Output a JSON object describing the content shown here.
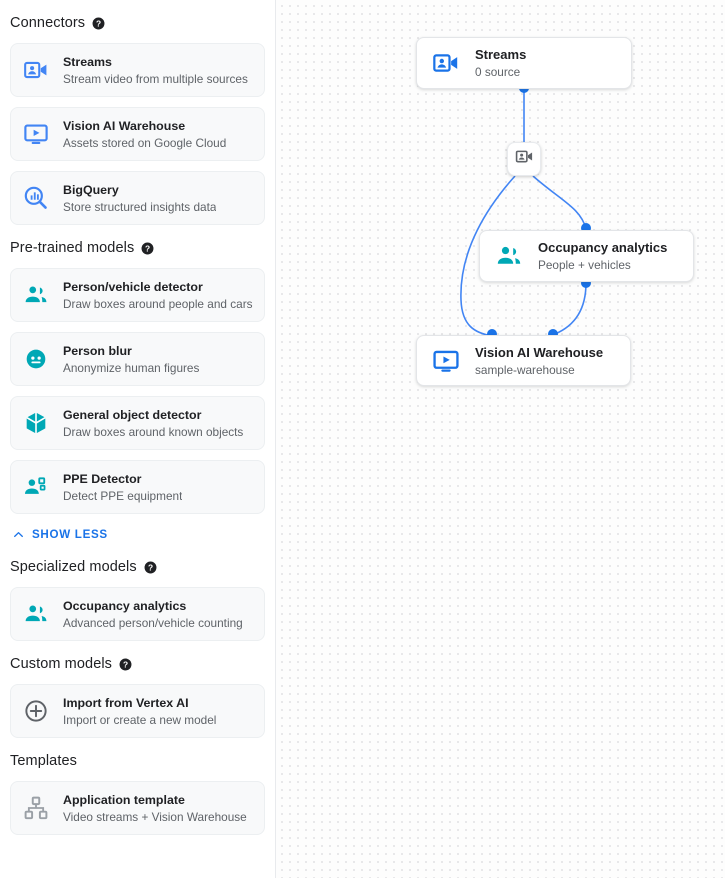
{
  "sidebar": {
    "sections": [
      {
        "title": "Connectors",
        "has_help": true,
        "help_icon": "help-icon",
        "items": [
          {
            "title": "Streams",
            "sub": "Stream video from multiple sources",
            "icon": "video-camera-person-icon",
            "color": "#4285f4"
          },
          {
            "title": "Vision AI Warehouse",
            "sub": "Assets stored on Google Cloud",
            "icon": "monitor-play-icon",
            "color": "#4285f4"
          },
          {
            "title": "BigQuery",
            "sub": "Store structured insights data",
            "icon": "search-bar-chart-icon",
            "color": "#4285f4"
          }
        ]
      },
      {
        "title": "Pre-trained models",
        "has_help": true,
        "help_icon": "help-icon",
        "items": [
          {
            "title": "Person/vehicle detector",
            "sub": "Draw boxes around people and cars",
            "icon": "people-group-icon",
            "color": "#00a8b5"
          },
          {
            "title": "Person blur",
            "sub": "Anonymize human figures",
            "icon": "face-blur-icon",
            "color": "#00a8b5"
          },
          {
            "title": "General object detector",
            "sub": "Draw boxes around known objects",
            "icon": "cube-box-icon",
            "color": "#00a8b5"
          },
          {
            "title": "PPE Detector",
            "sub": "Detect PPE equipment",
            "icon": "person-badge-icon",
            "color": "#00a8b5"
          }
        ],
        "show_less_label": "SHOW LESS",
        "show_less_icon": "chevron-up-icon"
      },
      {
        "title": "Specialized models",
        "has_help": true,
        "help_icon": "help-icon",
        "items": [
          {
            "title": "Occupancy analytics",
            "sub": "Advanced person/vehicle counting",
            "icon": "people-group-icon",
            "color": "#00a8b5"
          }
        ]
      },
      {
        "title": "Custom models",
        "has_help": true,
        "help_icon": "help-icon",
        "items": [
          {
            "title": "Import from Vertex AI",
            "sub": "Import or create a new model",
            "icon": "plus-circle-icon",
            "color": "#5f6368"
          }
        ]
      },
      {
        "title": "Templates",
        "has_help": false,
        "items": [
          {
            "title": "Application template",
            "sub": "Video streams + Vision Warehouse",
            "icon": "account-tree-icon",
            "color": "#9aa0a6"
          }
        ]
      }
    ]
  },
  "graph": {
    "nodes": [
      {
        "id": "streams",
        "title": "Streams",
        "sub": "0 source",
        "icon": "video-camera-person-icon",
        "color": "#1a73e8"
      },
      {
        "id": "occupancy",
        "title": "Occupancy analytics",
        "sub": "People + vehicles",
        "icon": "people-group-icon",
        "color": "#00a8b5"
      },
      {
        "id": "warehouse",
        "title": "Vision AI Warehouse",
        "sub": "sample-warehouse",
        "icon": "monitor-play-icon",
        "color": "#1a73e8"
      }
    ],
    "mini_node": {
      "id": "stream-chip",
      "icon": "video-camera-person-icon",
      "color": "#5f6368"
    },
    "edge_color": "#4285f4",
    "port_color": "#1a73e8"
  },
  "colors": {
    "accent_blue": "#1a73e8",
    "teal": "#00a8b5",
    "gray": "#5f6368",
    "canvas_bg": "#fdfdfd",
    "card_bg": "#f8f9fa"
  }
}
